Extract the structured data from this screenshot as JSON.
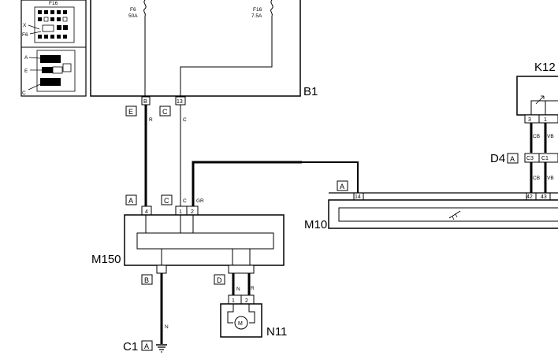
{
  "components": {
    "b1": {
      "label": "B1"
    },
    "m150": {
      "label": "M150"
    },
    "m10": {
      "label": "M10"
    },
    "k12": {
      "label": "K12"
    },
    "n11": {
      "label": "N11"
    },
    "c1": {
      "label": "C1",
      "tag": "A"
    },
    "d4": {
      "label": "D4",
      "tag": "A"
    }
  },
  "fuses": {
    "f6": {
      "name": "F6",
      "rating": "50A"
    },
    "f16": {
      "name": "F16",
      "rating": "7.5A"
    }
  },
  "inset": {
    "title": "F16",
    "callout_x": "X",
    "callout_f6": "F6",
    "callout_a": "A",
    "callout_e": "E",
    "callout_c": "C"
  },
  "connectors": {
    "b1_e": "E",
    "b1_c": "C",
    "m150_a": "A",
    "m150_c": "C",
    "m150_b": "B",
    "m150_d": "D",
    "m10_a": "A"
  },
  "pins": {
    "b1_b": "B",
    "b1_13": "13",
    "m150_4": "4",
    "m150_1": "1",
    "m150_2": "2",
    "n11_1": "1",
    "n11_2": "2",
    "m10_14": "14",
    "m10_42": "42",
    "m10_43": "43",
    "k12_3": "3",
    "k12_1": "1",
    "d4_c3": "C3",
    "d4_c1": "C1"
  },
  "wires": {
    "r1": "R",
    "c1": "C",
    "c2": "C",
    "gr": "GR",
    "n1": "N",
    "n2": "N",
    "r2": "R",
    "cb1": "CB",
    "vb1": "VB",
    "cb2": "CB",
    "vb2": "VB"
  },
  "symbols": {
    "motor": "M"
  }
}
